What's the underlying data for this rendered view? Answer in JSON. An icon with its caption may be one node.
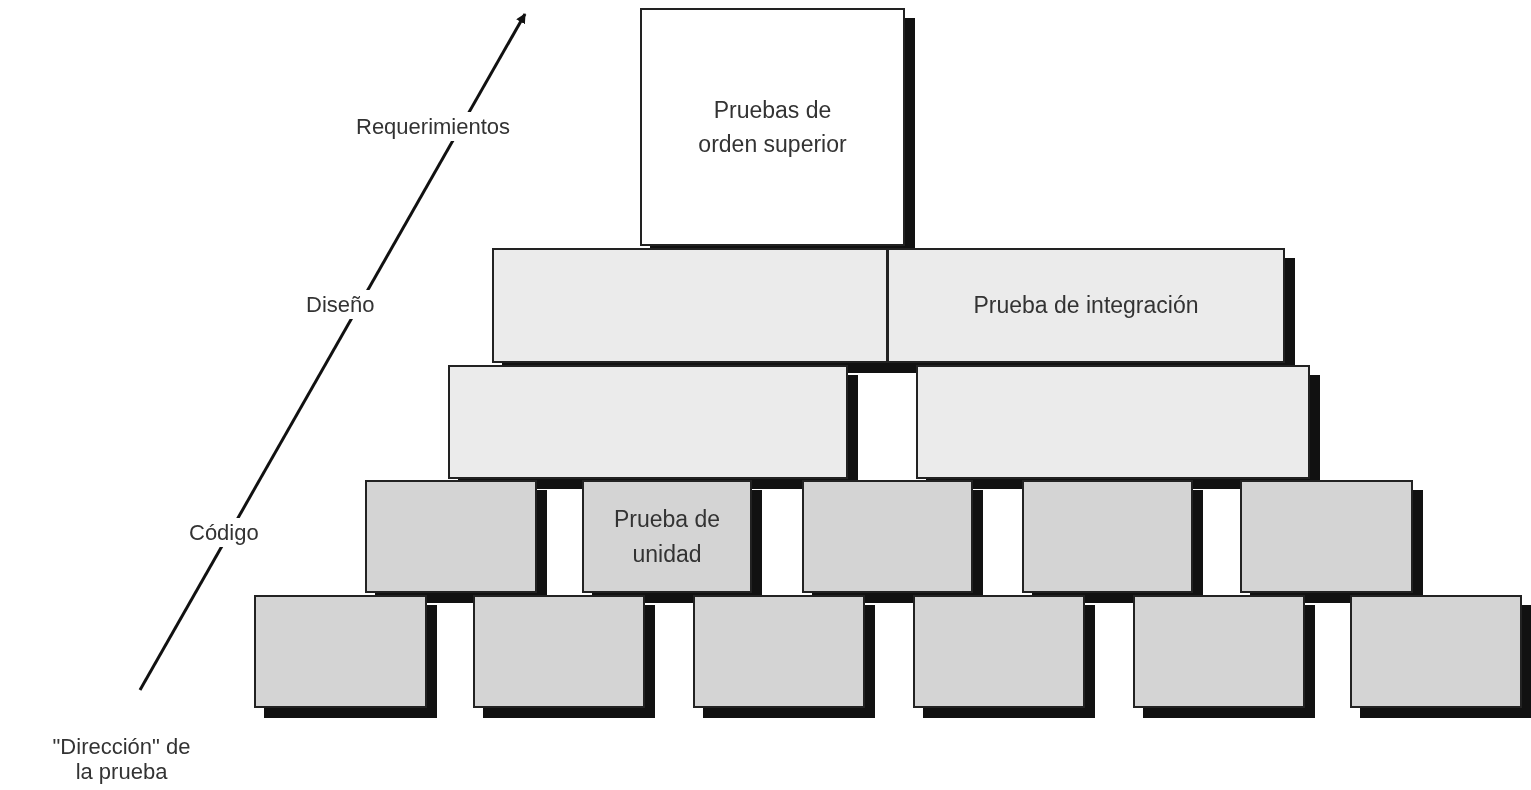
{
  "diagram": {
    "nodes": [
      {
        "text": [
          "Pruebas de orden superior"
        ]
      },
      {
        "text": [],
        "shape": "box"
      },
      {
        "text": [
          "Prueba de integración"
        ]
      },
      {
        "text": [],
        "shape": "box"
      },
      {
        "text": [],
        "shape": "box"
      },
      {
        "text": [],
        "shape": "box"
      },
      {
        "text": [
          "Prueba de unidad"
        ]
      },
      {
        "text": [],
        "shape": "box"
      },
      {
        "text": [],
        "shape": "box"
      },
      {
        "text": [],
        "shape": "box"
      },
      {
        "text": [],
        "shape": "box"
      },
      {
        "text": [],
        "shape": "box"
      },
      {
        "text": [],
        "shape": "box"
      },
      {
        "text": [],
        "shape": "box"
      },
      {
        "text": [],
        "shape": "box"
      },
      {
        "text": [],
        "shape": "box"
      }
    ],
    "edges": [],
    "labels": [
      "Requerimientos",
      "Diseño",
      "Código",
      "\"Dirección\" de la prueba"
    ]
  }
}
